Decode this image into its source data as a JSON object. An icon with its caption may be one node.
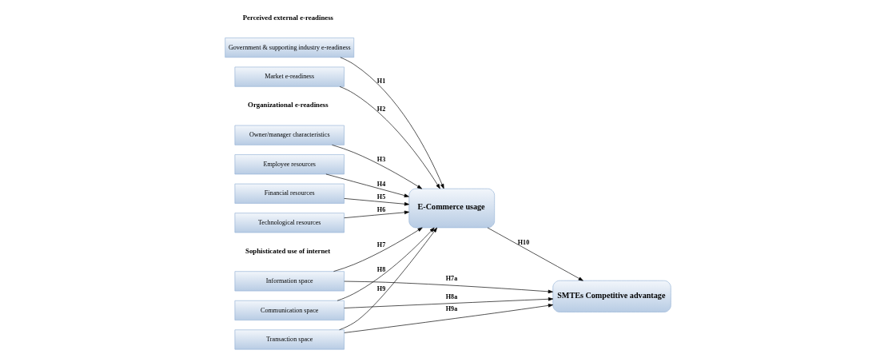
{
  "diagram": {
    "nodes": [
      {
        "text": [
          "Government & supporting industry e-readiness"
        ]
      },
      {
        "text": [
          "Market e-readiness"
        ]
      },
      {
        "text": [
          "Owner/manager characteristics"
        ]
      },
      {
        "text": [
          "Employee resources"
        ]
      },
      {
        "text": [
          "Financial resources"
        ]
      },
      {
        "text": [
          "Technological resources"
        ]
      },
      {
        "text": [
          "Information space"
        ]
      },
      {
        "text": [
          "Communication space"
        ]
      },
      {
        "text": [
          "Transaction space"
        ]
      },
      {
        "text": [
          "E-Commerce usage"
        ]
      },
      {
        "text": [
          "SMTEs Competitive advantage"
        ]
      }
    ],
    "edges": [
      {
        "from": 0,
        "to": 9,
        "arrow": "to",
        "label": "H1"
      },
      {
        "from": 1,
        "to": 9,
        "arrow": "to",
        "label": "H2"
      },
      {
        "from": 2,
        "to": 9,
        "arrow": "to",
        "label": "H3"
      },
      {
        "from": 3,
        "to": 9,
        "arrow": "to",
        "label": "H4"
      },
      {
        "from": 4,
        "to": 9,
        "arrow": "to",
        "label": "H5"
      },
      {
        "from": 5,
        "to": 9,
        "arrow": "to",
        "label": "H6"
      },
      {
        "from": 6,
        "to": 9,
        "arrow": "to",
        "label": "H7"
      },
      {
        "from": 7,
        "to": 9,
        "arrow": "to",
        "label": "H8"
      },
      {
        "from": 8,
        "to": 9,
        "arrow": "to",
        "label": "H9"
      },
      {
        "from": 6,
        "to": 10,
        "arrow": "to",
        "label": "H7a"
      },
      {
        "from": 7,
        "to": 10,
        "arrow": "to",
        "label": "H8a"
      },
      {
        "from": 8,
        "to": 10,
        "arrow": "to",
        "label": "H9a"
      },
      {
        "from": 9,
        "to": 10,
        "arrow": "to",
        "label": "H10"
      }
    ],
    "labels": [
      "Perceived external e-readiness",
      "Organizational e-readiness",
      "Sophisticated use of internet"
    ]
  }
}
